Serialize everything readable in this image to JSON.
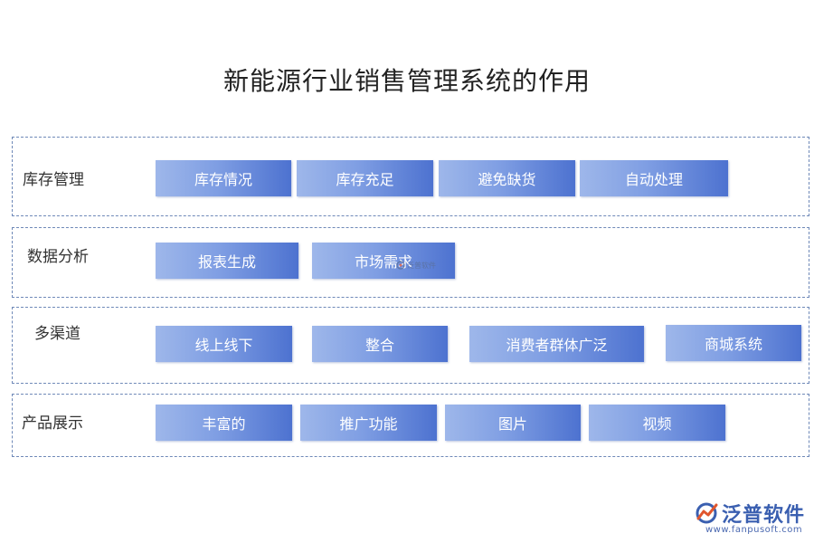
{
  "title": "新能源行业销售管理系统的作用",
  "sections": [
    {
      "label": "库存管理",
      "items": [
        "库存情况",
        "库存充足",
        "避免缺货",
        "自动处理"
      ]
    },
    {
      "label": "数据分析",
      "items": [
        "报表生成",
        "市场需求"
      ]
    },
    {
      "label": "多渠道",
      "items": [
        "线上线下",
        "整合",
        "消费者群体广泛",
        "商城系统"
      ]
    },
    {
      "label": "产品展示",
      "items": [
        "丰富的",
        "推广功能",
        "图片",
        "视频"
      ]
    }
  ],
  "watermark": {
    "text": "泛普软件",
    "icon": "fanpu-logo-icon"
  },
  "logo": {
    "name": "泛普软件",
    "url": "www.fanpusoft.com",
    "icon": "fanpu-logo-icon",
    "color": "#3a5fb0"
  },
  "colors": {
    "box_gradient_start": "#9eb7ea",
    "box_gradient_end": "#4d72d0",
    "border": "#6f89b8"
  }
}
